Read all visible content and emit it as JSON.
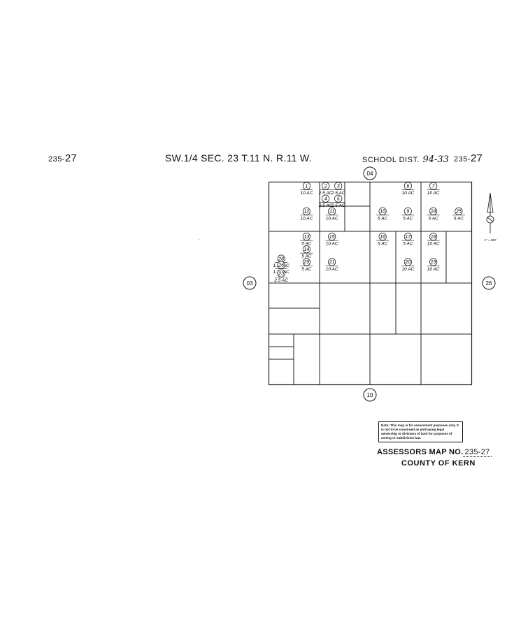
{
  "header": {
    "map_id_left": "235-",
    "map_id_left_num": "27",
    "title": "SW.1/4 SEC. 23 T.11 N. R.11 W.",
    "school_label": "SCHOOL DIST.",
    "school_value": "94-33",
    "map_id_right": "235-",
    "map_id_right_num": "27"
  },
  "adjacent_maps": {
    "north": "04",
    "south": "10",
    "west": "03",
    "east": "26"
  },
  "scale": {
    "text": "1\" = 400'"
  },
  "parcels": [
    {
      "num": "1",
      "acres": "10 AC",
      "col": 1.5,
      "row": 0.25
    },
    {
      "num": "2",
      "acres": "2.5 AC",
      "col": 2.25,
      "row": 0.25
    },
    {
      "num": "3",
      "acres": "2.5 AC",
      "col": 2.75,
      "row": 0.25
    },
    {
      "num": "4",
      "acres": "2.5 AC",
      "col": 2.25,
      "row": 0.75
    },
    {
      "num": "5",
      "acres": "2.5 AC",
      "col": 2.75,
      "row": 0.75
    },
    {
      "num": "6",
      "acres": "10 AC",
      "col": 5.5,
      "row": 0.25
    },
    {
      "num": "7",
      "acres": "10 AC",
      "col": 6.5,
      "row": 0.25
    },
    {
      "num": "12",
      "acres": "10 AC",
      "col": 1.5,
      "row": 1.25
    },
    {
      "num": "11",
      "acres": "10 AC",
      "col": 2.5,
      "row": 1.25
    },
    {
      "num": "10",
      "acres": "5 AC",
      "col": 4.5,
      "row": 1.25
    },
    {
      "num": "9",
      "acres": "5 AC",
      "col": 5.5,
      "row": 1.25
    },
    {
      "num": "24",
      "acres": "5 AC",
      "col": 6.5,
      "row": 1.25
    },
    {
      "num": "25",
      "acres": "5 AC",
      "col": 7.5,
      "row": 1.25
    },
    {
      "num": "13",
      "acres": "5 AC",
      "col": 1.5,
      "row": 2.25
    },
    {
      "num": "15",
      "acres": "10 AC",
      "col": 2.5,
      "row": 2.25
    },
    {
      "num": "16",
      "acres": "5 AC",
      "col": 4.5,
      "row": 2.25
    },
    {
      "num": "17",
      "acres": "5 AC",
      "col": 5.5,
      "row": 2.25
    },
    {
      "num": "18",
      "acres": "10 AC",
      "col": 6.5,
      "row": 2.25
    },
    {
      "num": "14",
      "acres": "5 AC",
      "col": 1.5,
      "row": 2.75
    },
    {
      "num": "28",
      "acres": "1.25 AC",
      "col": 0.5,
      "row": 3.12
    },
    {
      "num": "26",
      "acres": "1.25 AC",
      "col": 0.5,
      "row": 3.37
    },
    {
      "num": "29",
      "acres": "5 AC",
      "col": 1.5,
      "row": 3.25
    },
    {
      "num": "21",
      "acres": "10 AC",
      "col": 2.5,
      "row": 3.25
    },
    {
      "num": "20",
      "acres": "10 AC",
      "col": 5.5,
      "row": 3.25
    },
    {
      "num": "19",
      "acres": "10 AC",
      "col": 6.5,
      "row": 3.25
    },
    {
      "num": "23",
      "acres": "2.5 AC",
      "col": 0.5,
      "row": 3.7
    }
  ],
  "note": "Note: This map is for assessment purposes only. It is not to be construed as portraying legal ownership or divisions of land for purposes of zoning or subdivision law.",
  "footer": {
    "map_label": "ASSESSORS MAP NO.",
    "map_number": "235-27",
    "county": "COUNTY OF KERN"
  }
}
